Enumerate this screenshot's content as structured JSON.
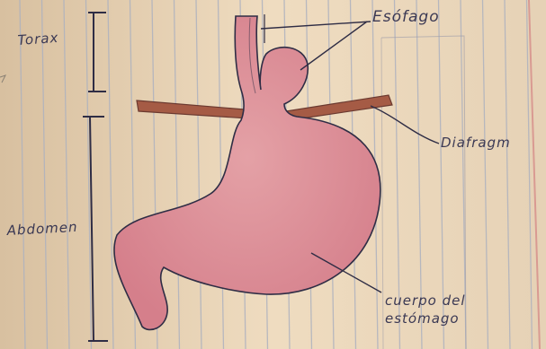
{
  "labels": {
    "torax": "Torax",
    "abdomen": "Abdomen",
    "esofago": "Esófago",
    "diafragma": "Diafragm",
    "cuerpo_line1": "cuerpo del",
    "cuerpo_line2": "estómago"
  },
  "colors": {
    "paper": "#e8d3b4",
    "rule_line": "#aeb2bf",
    "margin_line": "#d99a92",
    "ink": "#3b3954",
    "stomach_fill": "#d98892",
    "stomach_outline": "#2f2d45",
    "diaphragm": "#a55b45"
  }
}
